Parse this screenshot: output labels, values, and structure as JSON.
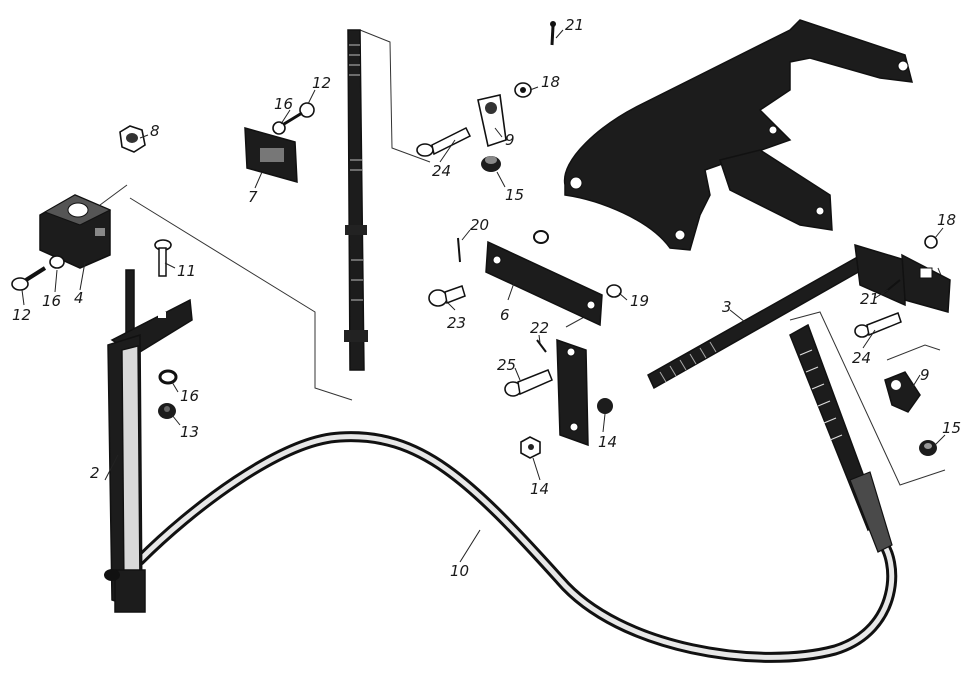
{
  "labels": {
    "l2": "2",
    "l3": "3",
    "l4": "4",
    "l6": "6",
    "l7": "7",
    "l8": "8",
    "l9a": "9",
    "l9b": "9",
    "l10": "10",
    "l11": "11",
    "l12a": "12",
    "l12b": "12",
    "l13": "13",
    "l14a": "14",
    "l14b": "14",
    "l15a": "15",
    "l15b": "15",
    "l16a": "16",
    "l16b": "16",
    "l16c": "16",
    "l18a": "18",
    "l18b": "18",
    "l19": "19",
    "l20": "20",
    "l21a": "21",
    "l21b": "21",
    "l22": "22",
    "l23": "23",
    "l24a": "24",
    "l24b": "24",
    "l25": "25"
  }
}
